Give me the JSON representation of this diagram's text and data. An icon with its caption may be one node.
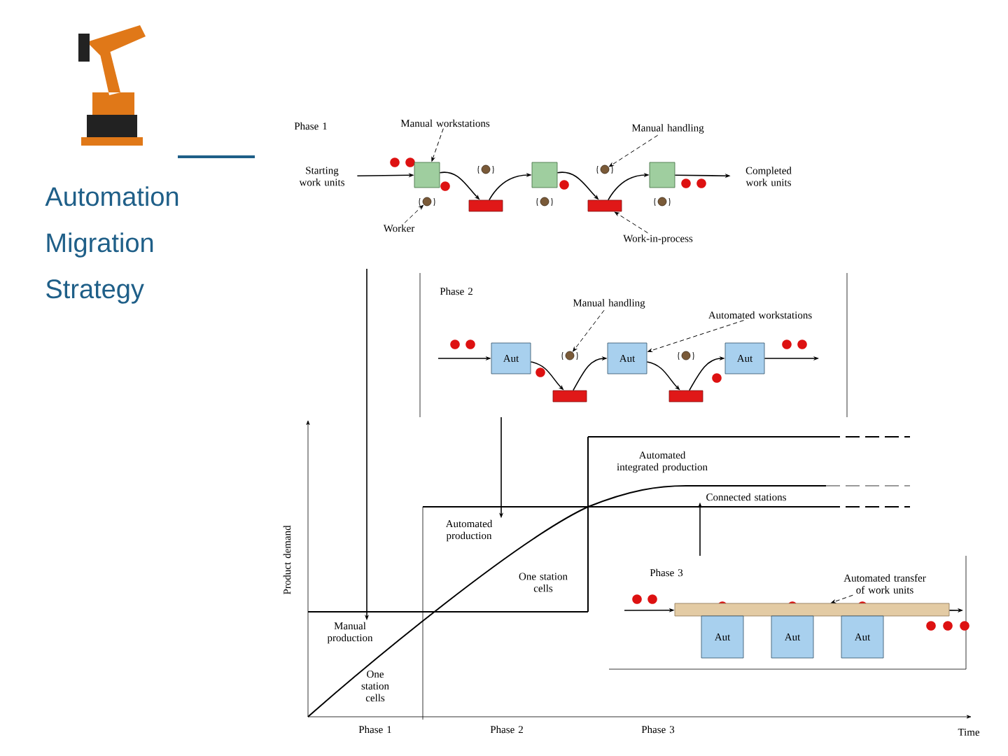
{
  "diagram": {
    "title": "Automation Migration Strategy",
    "nodes": [
      {
        "text": [
          "Starting work units"
        ]
      },
      {
        "text": [],
        "shape": "box"
      },
      {
        "text": [],
        "shape": "box"
      },
      {
        "text": [],
        "shape": "box"
      },
      {
        "text": [],
        "shape": "bar"
      },
      {
        "text": [],
        "shape": "bar"
      },
      {
        "text": [],
        "shape": "person"
      },
      {
        "text": [],
        "shape": "person"
      },
      {
        "text": [],
        "shape": "person"
      },
      {
        "text": [],
        "shape": "person"
      },
      {
        "text": [],
        "shape": "person"
      },
      {
        "text": [
          "Completed work units"
        ]
      },
      {
        "text": [
          "Manual workstations"
        ]
      },
      {
        "text": [
          "Manual handling"
        ]
      },
      {
        "text": [
          "Worker"
        ]
      },
      {
        "text": [
          "Work-in-process"
        ]
      },
      {
        "text": [
          "Aut"
        ]
      },
      {
        "text": [
          "Aut"
        ]
      },
      {
        "text": [
          "Aut"
        ]
      },
      {
        "text": [],
        "shape": "bar"
      },
      {
        "text": [],
        "shape": "bar"
      },
      {
        "text": [],
        "shape": "person"
      },
      {
        "text": [],
        "shape": "person"
      },
      {
        "text": [
          "Manual handling"
        ]
      },
      {
        "text": [
          "Automated workstations"
        ]
      },
      {
        "text": [],
        "shape": "bar"
      },
      {
        "text": [
          "Aut"
        ]
      },
      {
        "text": [
          "Aut"
        ]
      },
      {
        "text": [
          "Aut"
        ]
      },
      {
        "text": [
          "Automated transfer of work units"
        ]
      },
      {
        "text": [
          "Manual production"
        ]
      },
      {
        "text": [
          "Automated production"
        ]
      },
      {
        "text": [
          "Connected stations"
        ]
      }
    ],
    "edges": [
      {
        "from": 0,
        "to": 1,
        "arrow": "to"
      },
      {
        "from": 1,
        "to": 4,
        "arrow": "to"
      },
      {
        "from": 4,
        "to": 2,
        "arrow": "to"
      },
      {
        "from": 2,
        "to": 5,
        "arrow": "to"
      },
      {
        "from": 5,
        "to": 3,
        "arrow": "to"
      },
      {
        "from": 3,
        "to": 11,
        "arrow": "to"
      },
      {
        "from": 12,
        "to": 1,
        "arrow": "to",
        "style": "dashed"
      },
      {
        "from": 13,
        "to": 9,
        "arrow": "to",
        "style": "dashed"
      },
      {
        "from": 14,
        "to": 6,
        "arrow": "to",
        "style": "dashed"
      },
      {
        "from": 15,
        "to": 5,
        "arrow": "to",
        "style": "dashed"
      },
      {
        "from": null,
        "to": 16,
        "arrow": "to"
      },
      {
        "from": 16,
        "to": 19,
        "arrow": "to"
      },
      {
        "from": 19,
        "to": 17,
        "arrow": "to"
      },
      {
        "from": 17,
        "to": 20,
        "arrow": "to"
      },
      {
        "from": 20,
        "to": 18,
        "arrow": "to"
      },
      {
        "from": 18,
        "to": null,
        "arrow": "to"
      },
      {
        "from": 23,
        "to": 21,
        "arrow": "to",
        "style": "dashed"
      },
      {
        "from": 24,
        "to": 17,
        "arrow": "to",
        "style": "dashed"
      },
      {
        "from": null,
        "to": 25,
        "arrow": "to"
      },
      {
        "from": 25,
        "to": null,
        "arrow": "to"
      },
      {
        "from": 29,
        "to": 25,
        "arrow": "to",
        "style": "dashed"
      },
      {
        "from": null,
        "to": 30,
        "arrow": "to"
      },
      {
        "from": null,
        "to": 31,
        "arrow": "to"
      },
      {
        "from": null,
        "to": 32,
        "arrow": "to"
      }
    ],
    "labels": [
      "Phase 1",
      "Phase 2",
      "Automated integrated production",
      "One station cells",
      "Product demand",
      "Phase 3",
      "One station cells",
      "Phase 1",
      "Phase 2",
      "Phase 3",
      "Time"
    ]
  }
}
